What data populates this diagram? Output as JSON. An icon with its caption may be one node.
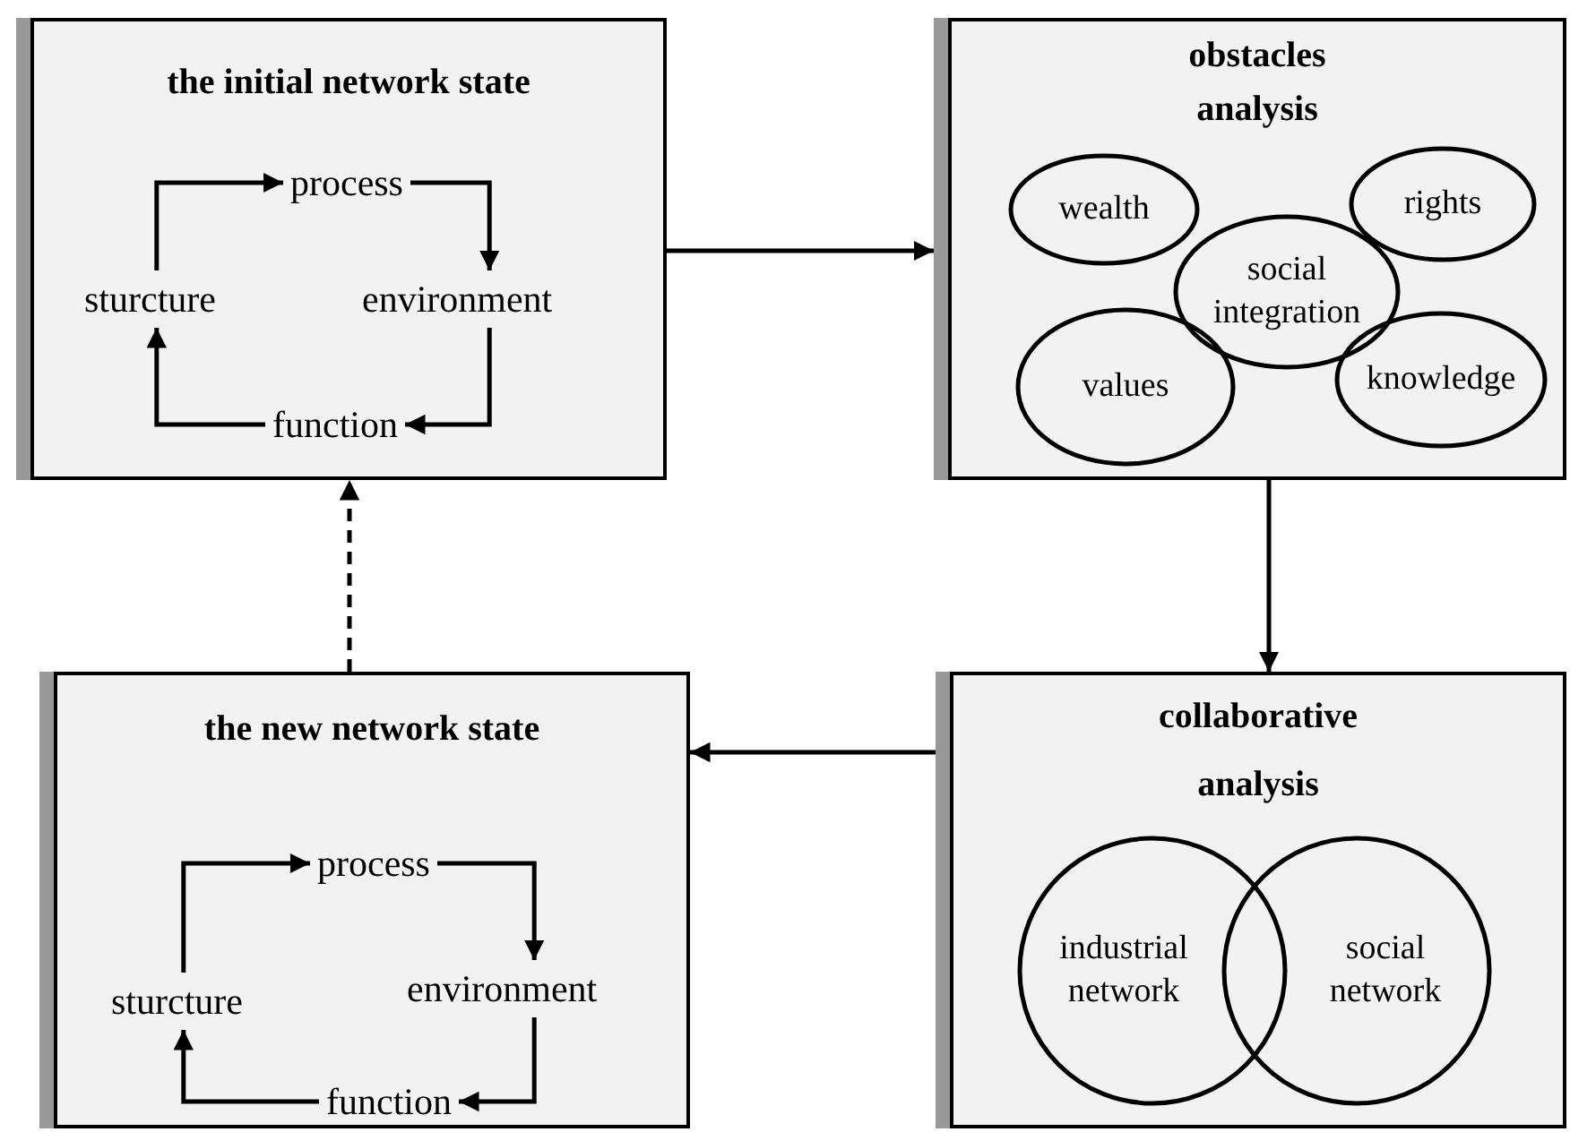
{
  "diagram": {
    "nodes": [
      {
        "text": [
          "the initial network state"
        ]
      },
      {
        "text": [
          "process"
        ],
        "in": 0
      },
      {
        "text": [
          "sturcture"
        ],
        "in": 0
      },
      {
        "text": [
          "environment"
        ],
        "in": 0
      },
      {
        "text": [
          "function"
        ],
        "in": 0
      },
      {
        "text": [
          "obstacles analysis"
        ]
      },
      {
        "text": [
          "wealth"
        ],
        "in": 5
      },
      {
        "text": [
          "rights"
        ],
        "in": 5
      },
      {
        "text": [
          "social integration"
        ],
        "in": 5
      },
      {
        "text": [
          "values"
        ],
        "in": 5
      },
      {
        "text": [
          "knowledge"
        ],
        "in": 5
      },
      {
        "text": [
          "collaborative analysis"
        ]
      },
      {
        "text": [
          "industrial network"
        ],
        "in": 11
      },
      {
        "text": [
          "social network"
        ],
        "in": 11
      },
      {
        "text": [
          "the new network state"
        ]
      },
      {
        "text": [
          "process"
        ],
        "in": 14
      },
      {
        "text": [
          "sturcture"
        ],
        "in": 14
      },
      {
        "text": [
          "environment"
        ],
        "in": 14
      },
      {
        "text": [
          "function"
        ],
        "in": 14
      }
    ],
    "edges": [
      {
        "from": 0,
        "to": 5,
        "arrow": "to"
      },
      {
        "from": 5,
        "to": 11,
        "arrow": "to"
      },
      {
        "from": 11,
        "to": 14,
        "arrow": "to"
      },
      {
        "from": 14,
        "to": 0,
        "arrow": "to",
        "style": "dashed"
      },
      {
        "from": 2,
        "to": 1,
        "arrow": "to"
      },
      {
        "from": 1,
        "to": 3,
        "arrow": "to"
      },
      {
        "from": 3,
        "to": 4,
        "arrow": "to"
      },
      {
        "from": 4,
        "to": 2,
        "arrow": "to"
      },
      {
        "from": 16,
        "to": 15,
        "arrow": "to"
      },
      {
        "from": 15,
        "to": 17,
        "arrow": "to"
      },
      {
        "from": 17,
        "to": 18,
        "arrow": "to"
      },
      {
        "from": 18,
        "to": 16,
        "arrow": "to"
      }
    ]
  }
}
